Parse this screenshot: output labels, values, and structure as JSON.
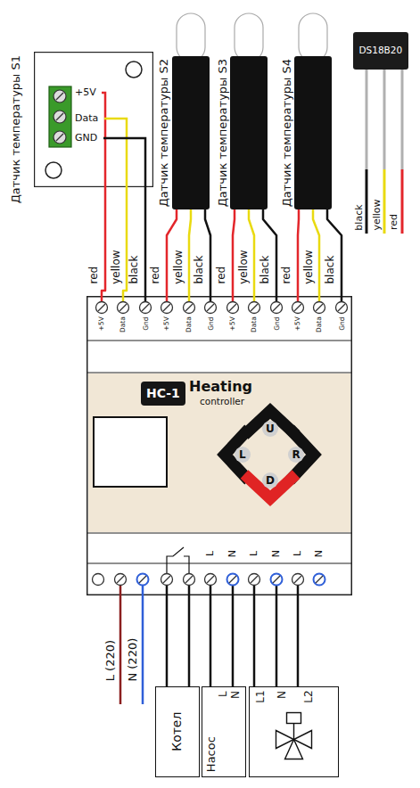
{
  "diagram": {
    "nodes": [
      {
        "text": [
          "Датчик температуры S1"
        ]
      },
      {
        "text": [
          "Датчик температуры S2"
        ]
      },
      {
        "text": [
          "Датчик температуры S3"
        ]
      },
      {
        "text": [
          "Датчик температуры S4"
        ]
      },
      {
        "text": [
          "DS18B20"
        ]
      },
      {
        "text": [
          "Heating",
          "controller"
        ]
      },
      {
        "text": [
          "HC-1"
        ],
        "in": 5
      },
      {
        "text": [
          "U"
        ],
        "in": 5
      },
      {
        "text": [
          "L"
        ],
        "in": 5
      },
      {
        "text": [
          "R"
        ],
        "in": 5
      },
      {
        "text": [
          "D"
        ],
        "in": 5
      },
      {
        "text": [
          "Котел"
        ]
      },
      {
        "text": [
          "Насос",
          "L",
          "N"
        ]
      },
      {
        "text": [
          "L1",
          "N",
          "L2"
        ]
      }
    ],
    "edges": [
      {
        "from": 0,
        "to": 5,
        "arrow": "none",
        "label": "red"
      },
      {
        "from": 0,
        "to": 5,
        "arrow": "none",
        "label": "yellow"
      },
      {
        "from": 0,
        "to": 5,
        "arrow": "none",
        "label": "black"
      },
      {
        "from": 1,
        "to": 5,
        "arrow": "none",
        "label": "red"
      },
      {
        "from": 1,
        "to": 5,
        "arrow": "none",
        "label": "yellow"
      },
      {
        "from": 1,
        "to": 5,
        "arrow": "none",
        "label": "black"
      },
      {
        "from": 2,
        "to": 5,
        "arrow": "none",
        "label": "red"
      },
      {
        "from": 2,
        "to": 5,
        "arrow": "none",
        "label": "yellow"
      },
      {
        "from": 2,
        "to": 5,
        "arrow": "none",
        "label": "black"
      },
      {
        "from": 3,
        "to": 5,
        "arrow": "none",
        "label": "red"
      },
      {
        "from": 3,
        "to": 5,
        "arrow": "none",
        "label": "yellow"
      },
      {
        "from": 3,
        "to": 5,
        "arrow": "none",
        "label": "black"
      },
      {
        "from": 5,
        "to": 11,
        "arrow": "none"
      },
      {
        "from": 5,
        "to": 11,
        "arrow": "none"
      },
      {
        "from": 5,
        "to": 12,
        "arrow": "none"
      },
      {
        "from": 5,
        "to": 12,
        "arrow": "none"
      },
      {
        "from": 5,
        "to": 13,
        "arrow": "none"
      },
      {
        "from": 5,
        "to": 13,
        "arrow": "none"
      },
      {
        "from": 5,
        "to": 13,
        "arrow": "none"
      }
    ],
    "labels": [
      "+5V",
      "Data",
      "GND",
      "black",
      "yellow",
      "red",
      "+5V",
      "Data",
      "Gnd",
      "+5V",
      "Data",
      "Gnd",
      "+5V",
      "Data",
      "Gnd",
      "+5V",
      "Data",
      "Gnd",
      "L",
      "N",
      "L",
      "N",
      "L",
      "N",
      "L (220)",
      "N (220)"
    ]
  }
}
